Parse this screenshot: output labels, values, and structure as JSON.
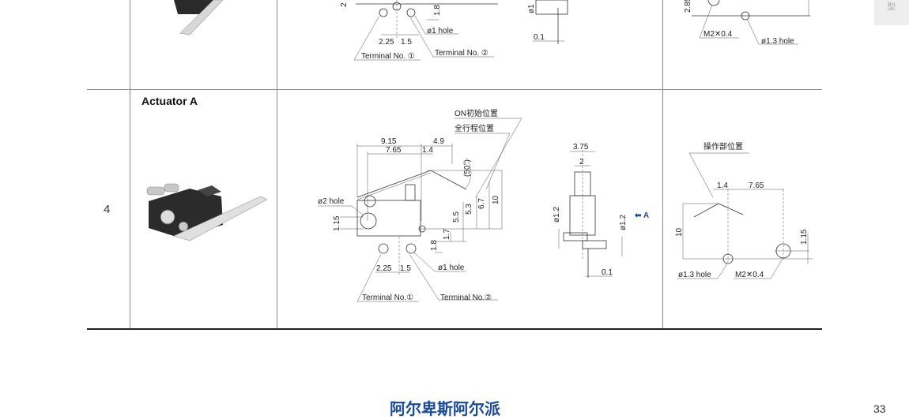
{
  "side_tab": {
    "label": "型"
  },
  "prev_row": {
    "front_view": {
      "dims": [
        "2",
        "1.8",
        "2.25",
        "1.5"
      ],
      "hole": "ø1 hole",
      "terminal1": "Terminal No. ①",
      "terminal2": "Terminal No. ②"
    },
    "side_view": {
      "dims": [
        "ø1",
        "0.1"
      ]
    },
    "mount_view": {
      "dims": [
        "2.85"
      ],
      "thread": "M2✕0.4",
      "hole": "ø1.3 hole"
    }
  },
  "row": {
    "number": "4",
    "name": "Actuator A",
    "front_view": {
      "on_start": "ON初始位置",
      "full_travel": "全行程位置",
      "dims": {
        "d915": "9.15",
        "d49": "4.9",
        "d765": "7.65",
        "d14": "1.4",
        "angle": "(50°)",
        "d53": "5.3",
        "d67": "6.7",
        "d10": "10",
        "d55": "5.5",
        "d17": "1.7",
        "d18": "1.8",
        "d115": "1.15",
        "d225": "2.25",
        "d15": "1.5"
      },
      "hole2": "ø2 hole",
      "hole1": "ø1 hole",
      "terminal1": "Terminal No.①",
      "terminal2": "Terminal No.②"
    },
    "side_view": {
      "dims": {
        "w375": "3.75",
        "w2": "2",
        "d12a": "ø1.2",
        "d12b": "ø1.2",
        "d01": "0.1"
      },
      "view_arrow": "A"
    },
    "mount_view": {
      "operating_pos": "操作部位置",
      "d14": "1.4",
      "d765": "7.65",
      "d10": "10",
      "d115": "1.15",
      "hole": "ø1.3 hole",
      "thread": "M2✕0.4"
    }
  },
  "footer": {
    "brand": "阿尔卑斯阿尔派",
    "page_number": "33",
    "brand_color": "#1a4a9a"
  }
}
